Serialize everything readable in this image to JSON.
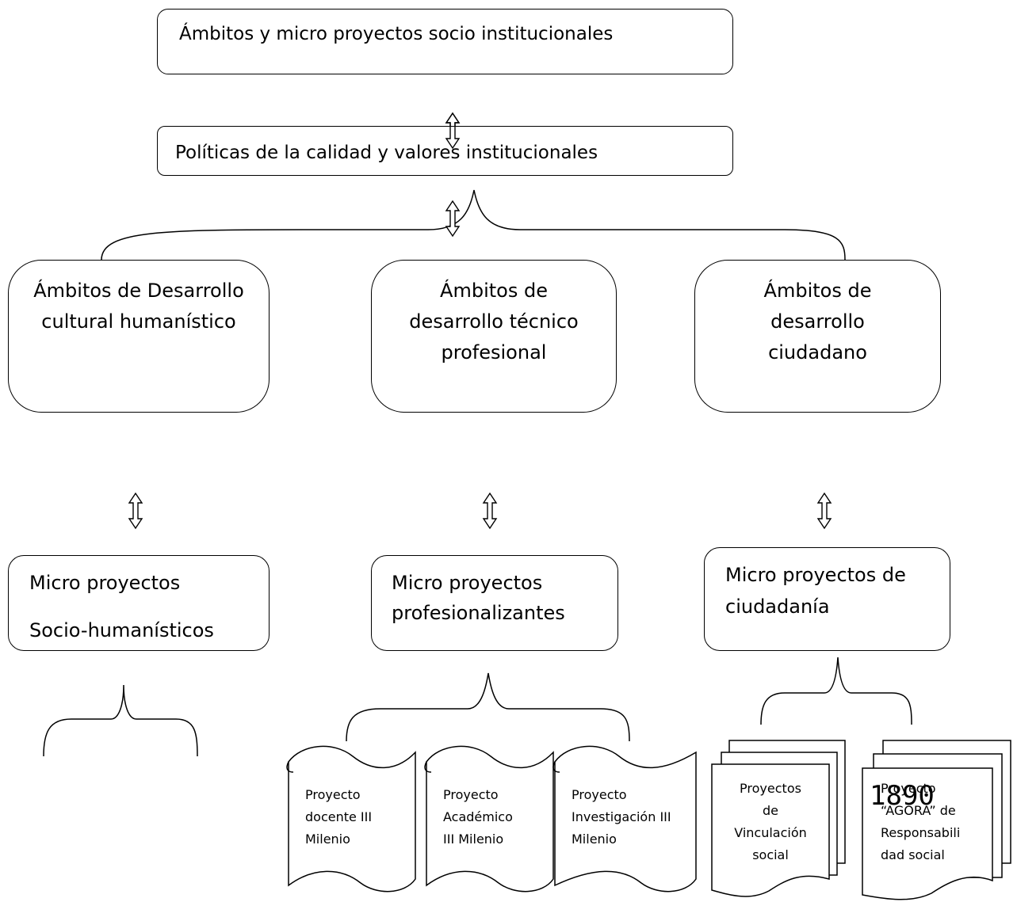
{
  "top": {
    "title": "Ámbitos y micro proyectos socio institucionales",
    "policies": "Políticas de la calidad y valores institucionales"
  },
  "ambitos": {
    "cultural_l1": "Ámbitos de Desarrollo",
    "cultural_l2": "cultural humanístico",
    "tecnico_l1": "Ámbitos de",
    "tecnico_l2": "desarrollo técnico",
    "tecnico_l3": "profesional",
    "ciudadano_l1": "Ámbitos de",
    "ciudadano_l2": "desarrollo",
    "ciudadano_l3": "ciudadano"
  },
  "micro": {
    "socio_l1": "Micro proyectos",
    "socio_l2": "Socio-humanísticos",
    "prof_l1": "Micro proyectos",
    "prof_l2": "profesionalizantes",
    "ciud_l1": "Micro proyectos de",
    "ciud_l2": "ciudadanía"
  },
  "scrolls": {
    "docente": [
      "Proyecto",
      "docente III",
      "Milenio"
    ],
    "academico": [
      "Proyecto",
      "Académico",
      "III Milenio"
    ],
    "investigacion": [
      "Proyecto",
      "Investigación III",
      "Milenio"
    ]
  },
  "documents": {
    "vinculacion": [
      "Proyectos",
      "de",
      "Vinculación",
      "social"
    ],
    "agora": [
      "Proyecto",
      "“AGORA” de",
      "Responsabili",
      "dad social"
    ]
  },
  "page_number": "1890"
}
